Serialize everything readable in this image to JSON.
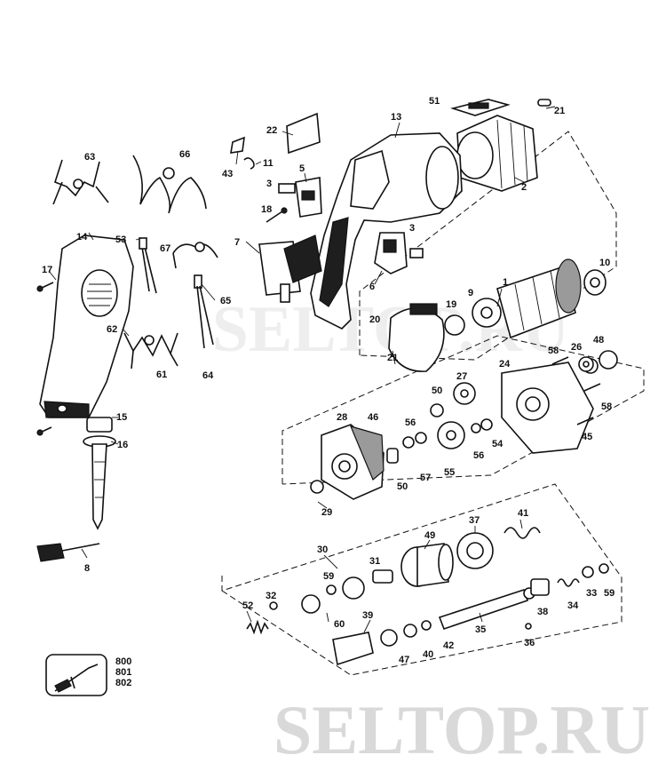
{
  "watermarks": {
    "top": "SELTOP.RU",
    "bottom": "SELTOP.RU"
  },
  "callouts": [
    {
      "id": "21a",
      "text": "21"
    },
    {
      "id": "51",
      "text": "51"
    },
    {
      "id": "13",
      "text": "13"
    },
    {
      "id": "22",
      "text": "22"
    },
    {
      "id": "63",
      "text": "63"
    },
    {
      "id": "66",
      "text": "66"
    },
    {
      "id": "43",
      "text": "43"
    },
    {
      "id": "11",
      "text": "11"
    },
    {
      "id": "5",
      "text": "5"
    },
    {
      "id": "3a",
      "text": "3"
    },
    {
      "id": "2",
      "text": "2"
    },
    {
      "id": "18",
      "text": "18"
    },
    {
      "id": "14",
      "text": "14"
    },
    {
      "id": "53",
      "text": "53"
    },
    {
      "id": "7",
      "text": "7"
    },
    {
      "id": "3b",
      "text": "3"
    },
    {
      "id": "67",
      "text": "67"
    },
    {
      "id": "10",
      "text": "10"
    },
    {
      "id": "17",
      "text": "17"
    },
    {
      "id": "6",
      "text": "6"
    },
    {
      "id": "1",
      "text": "1"
    },
    {
      "id": "9",
      "text": "9"
    },
    {
      "id": "65",
      "text": "65"
    },
    {
      "id": "19",
      "text": "19"
    },
    {
      "id": "20",
      "text": "20"
    },
    {
      "id": "62",
      "text": "62"
    },
    {
      "id": "48",
      "text": "48"
    },
    {
      "id": "58a",
      "text": "58"
    },
    {
      "id": "26",
      "text": "26"
    },
    {
      "id": "21b",
      "text": "21"
    },
    {
      "id": "24",
      "text": "24"
    },
    {
      "id": "27",
      "text": "27"
    },
    {
      "id": "61",
      "text": "61"
    },
    {
      "id": "64",
      "text": "64"
    },
    {
      "id": "58b",
      "text": "58"
    },
    {
      "id": "50a",
      "text": "50"
    },
    {
      "id": "15",
      "text": "15"
    },
    {
      "id": "28",
      "text": "28"
    },
    {
      "id": "46",
      "text": "46"
    },
    {
      "id": "56a",
      "text": "56"
    },
    {
      "id": "45",
      "text": "45"
    },
    {
      "id": "16",
      "text": "16"
    },
    {
      "id": "54",
      "text": "54"
    },
    {
      "id": "56b",
      "text": "56"
    },
    {
      "id": "55",
      "text": "55"
    },
    {
      "id": "57",
      "text": "57"
    },
    {
      "id": "50b",
      "text": "50"
    },
    {
      "id": "29",
      "text": "29"
    },
    {
      "id": "41",
      "text": "41"
    },
    {
      "id": "37",
      "text": "37"
    },
    {
      "id": "49",
      "text": "49"
    },
    {
      "id": "8",
      "text": "8"
    },
    {
      "id": "30",
      "text": "30"
    },
    {
      "id": "31",
      "text": "31"
    },
    {
      "id": "59a",
      "text": "59"
    },
    {
      "id": "32",
      "text": "32"
    },
    {
      "id": "52",
      "text": "52"
    },
    {
      "id": "60",
      "text": "60"
    },
    {
      "id": "38",
      "text": "38"
    },
    {
      "id": "34",
      "text": "34"
    },
    {
      "id": "33",
      "text": "33"
    },
    {
      "id": "59b",
      "text": "59"
    },
    {
      "id": "39",
      "text": "39"
    },
    {
      "id": "42",
      "text": "42"
    },
    {
      "id": "35",
      "text": "35"
    },
    {
      "id": "36",
      "text": "36"
    },
    {
      "id": "47",
      "text": "47"
    },
    {
      "id": "40",
      "text": "40"
    }
  ],
  "kit": {
    "line1": "800",
    "line2": "801",
    "line3": "802"
  }
}
